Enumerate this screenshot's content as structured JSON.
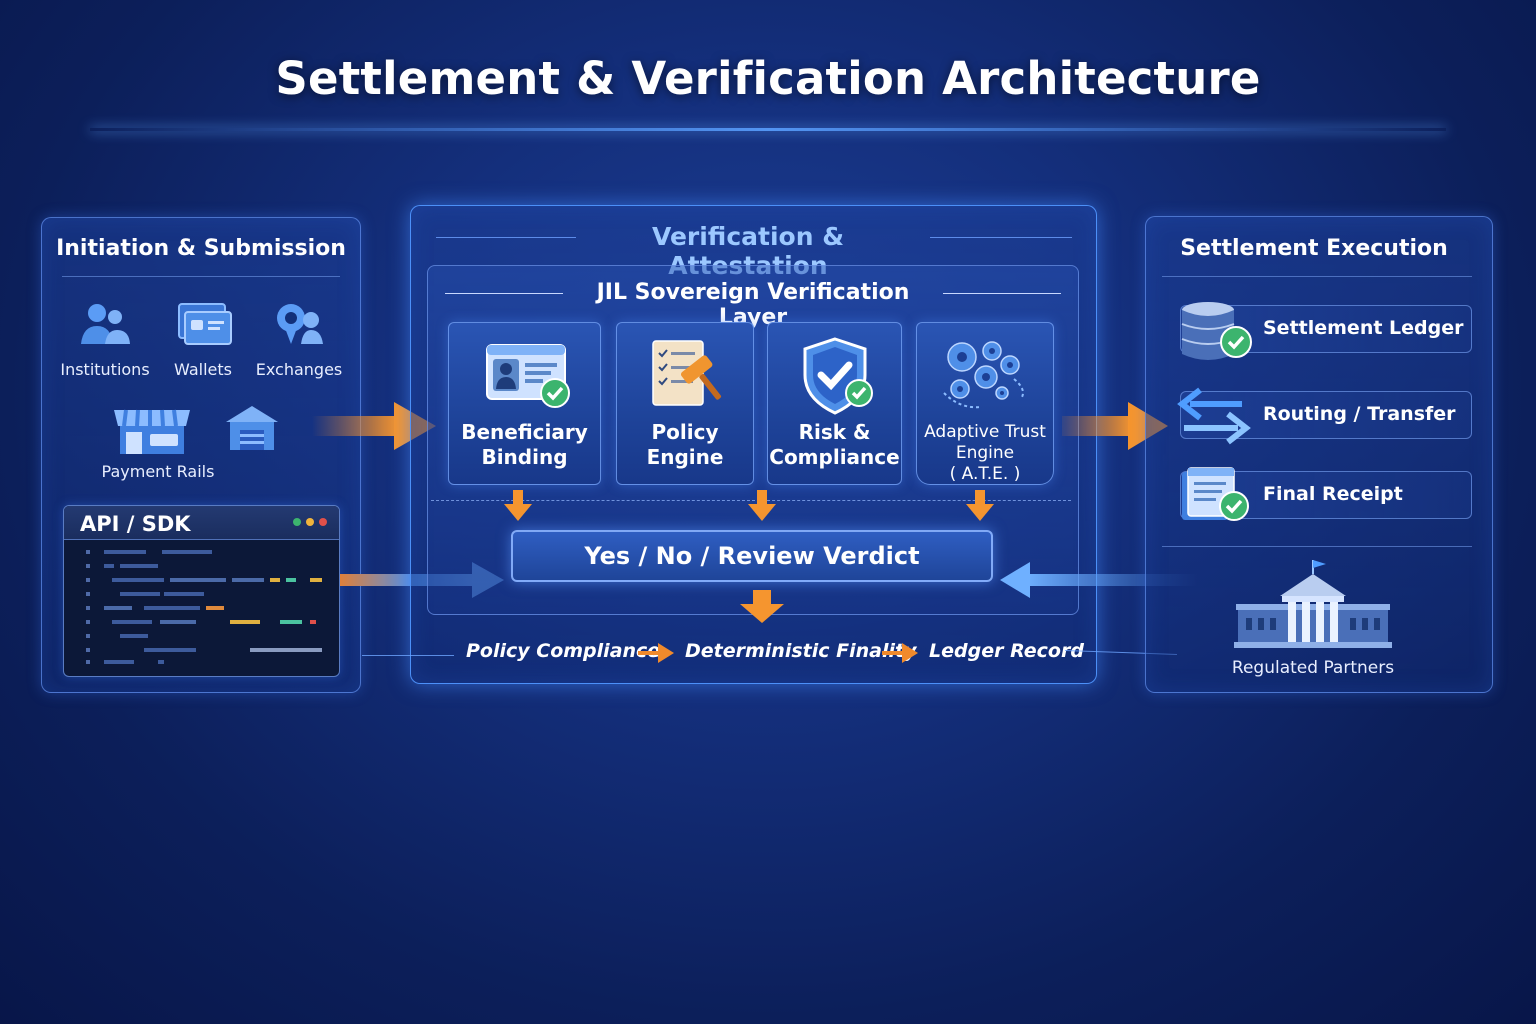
{
  "title": "Settlement & Verification Architecture",
  "initiation": {
    "title": "Initiation & Submission",
    "sources": [
      {
        "label": "Institutions",
        "icon": "users-icon"
      },
      {
        "label": "Wallets",
        "icon": "wallet-icon"
      },
      {
        "label": "Exchanges",
        "icon": "exchange-icon"
      },
      {
        "label": "Payment Rails",
        "icon": "storefront-bank-icon"
      }
    ],
    "api": {
      "title": "API / SDK"
    }
  },
  "verification": {
    "title": "Verification & Attestation",
    "layer_title": "JIL Sovereign Verification Layer",
    "modules": [
      {
        "label": "Beneficiary\nBinding",
        "icon": "id-card-check-icon"
      },
      {
        "label": "Policy\nEngine",
        "icon": "gavel-checklist-icon"
      },
      {
        "label": "Risk &\nCompliance",
        "icon": "shield-check-icon"
      },
      {
        "label": "Adaptive Trust\nEngine\n( A.T.E. )",
        "icon": "gears-icon"
      }
    ],
    "verdict": "Yes / No / Review Verdict",
    "flow": [
      "Policy Compliance",
      "Deterministic Finality",
      "Ledger Record"
    ]
  },
  "settlement": {
    "title": "Settlement Execution",
    "items": [
      {
        "label": "Settlement Ledger",
        "icon": "database-check-icon"
      },
      {
        "label": "Routing / Transfer",
        "icon": "transfer-arrows-icon"
      },
      {
        "label": "Final Receipt",
        "icon": "receipt-check-icon"
      }
    ],
    "partners": "Regulated Partners"
  },
  "colors": {
    "accent_orange": "#f08a2c",
    "accent_blue": "#4f9dff",
    "check_green": "#3cb46e"
  }
}
